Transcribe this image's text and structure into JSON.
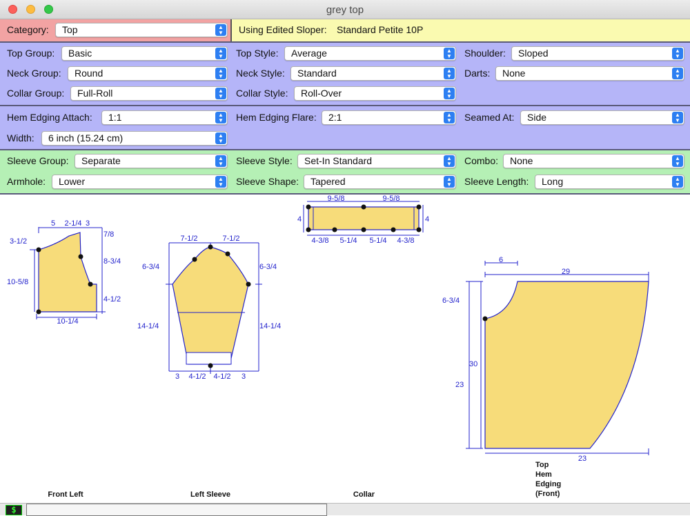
{
  "window": {
    "title": "grey top"
  },
  "category": {
    "label": "Category:",
    "value": "Top"
  },
  "sloper": {
    "label": "Using Edited Sloper:",
    "value": "Standard Petite 10P"
  },
  "top_panel": {
    "top_group": {
      "label": "Top Group:",
      "value": "Basic"
    },
    "top_style": {
      "label": "Top Style:",
      "value": "Average"
    },
    "shoulder": {
      "label": "Shoulder:",
      "value": "Sloped"
    },
    "neck_group": {
      "label": "Neck Group:",
      "value": "Round"
    },
    "neck_style": {
      "label": "Neck Style:",
      "value": "Standard"
    },
    "darts": {
      "label": "Darts:",
      "value": "None"
    },
    "collar_group": {
      "label": "Collar Group:",
      "value": "Full-Roll"
    },
    "collar_style": {
      "label": "Collar Style:",
      "value": "Roll-Over"
    }
  },
  "hem_panel": {
    "hem_attach": {
      "label": "Hem Edging Attach:",
      "value": "1:1"
    },
    "hem_flare": {
      "label": "Hem Edging Flare:",
      "value": "2:1"
    },
    "seamed_at": {
      "label": "Seamed At:",
      "value": "Side"
    },
    "width": {
      "label": "Width:",
      "value": "6 inch (15.24 cm)"
    }
  },
  "sleeve_panel": {
    "sleeve_group": {
      "label": "Sleeve Group:",
      "value": "Separate"
    },
    "sleeve_style": {
      "label": "Sleeve Style:",
      "value": "Set-In Standard"
    },
    "combo": {
      "label": "Combo:",
      "value": "None"
    },
    "armhole": {
      "label": "Armhole:",
      "value": "Lower"
    },
    "sleeve_shape": {
      "label": "Sleeve Shape:",
      "value": "Tapered"
    },
    "sleeve_length": {
      "label": "Sleeve Length:",
      "value": "Long"
    }
  },
  "pieces": {
    "front_left": {
      "caption": "Front Left",
      "dims": {
        "top1": "5",
        "top2": "2-1/4",
        "top3": "3",
        "right_top": "7/8",
        "left_top": "3-1/2",
        "right_mid": "8-3/4",
        "left_full": "10-5/8",
        "right_low": "4-1/2",
        "bottom": "10-1/4"
      }
    },
    "left_sleeve": {
      "caption": "Left Sleeve",
      "dims": {
        "top_left": "7-1/2",
        "top_right": "7-1/2",
        "cap_left": "6-3/4",
        "cap_right": "6-3/4",
        "len_left": "14-1/4",
        "len_right": "14-1/4",
        "b1": "3",
        "b2": "4-1/2",
        "b3": "4-1/2",
        "b4": "3"
      }
    },
    "collar": {
      "caption": "Collar",
      "dims": {
        "top_left": "9-5/8",
        "top_right": "9-5/8",
        "left": "4",
        "right": "4",
        "b1": "4-3/8",
        "b2": "5-1/4",
        "b3": "5-1/4",
        "b4": "4-3/8"
      }
    },
    "hem_edging": {
      "caption_lines": [
        "Top",
        "Hem",
        "Edging",
        "(Front)"
      ],
      "dims": {
        "top_short": "6",
        "top_long": "29",
        "left_top": "6-3/4",
        "left_mid": "30",
        "left_outer": "23",
        "bottom": "23"
      }
    }
  },
  "colors": {
    "category_bg": "#f2a3a3",
    "sloper_bg": "#fafab0",
    "style_panel_bg": "#b5b5f8",
    "sleeve_panel_bg": "#b5f0b5",
    "pattern_fill": "#f7dc7a",
    "dimension_line": "#2222cc",
    "select_arrow": "#2d7ff2"
  },
  "status": {
    "icon": "status-s-icon"
  }
}
